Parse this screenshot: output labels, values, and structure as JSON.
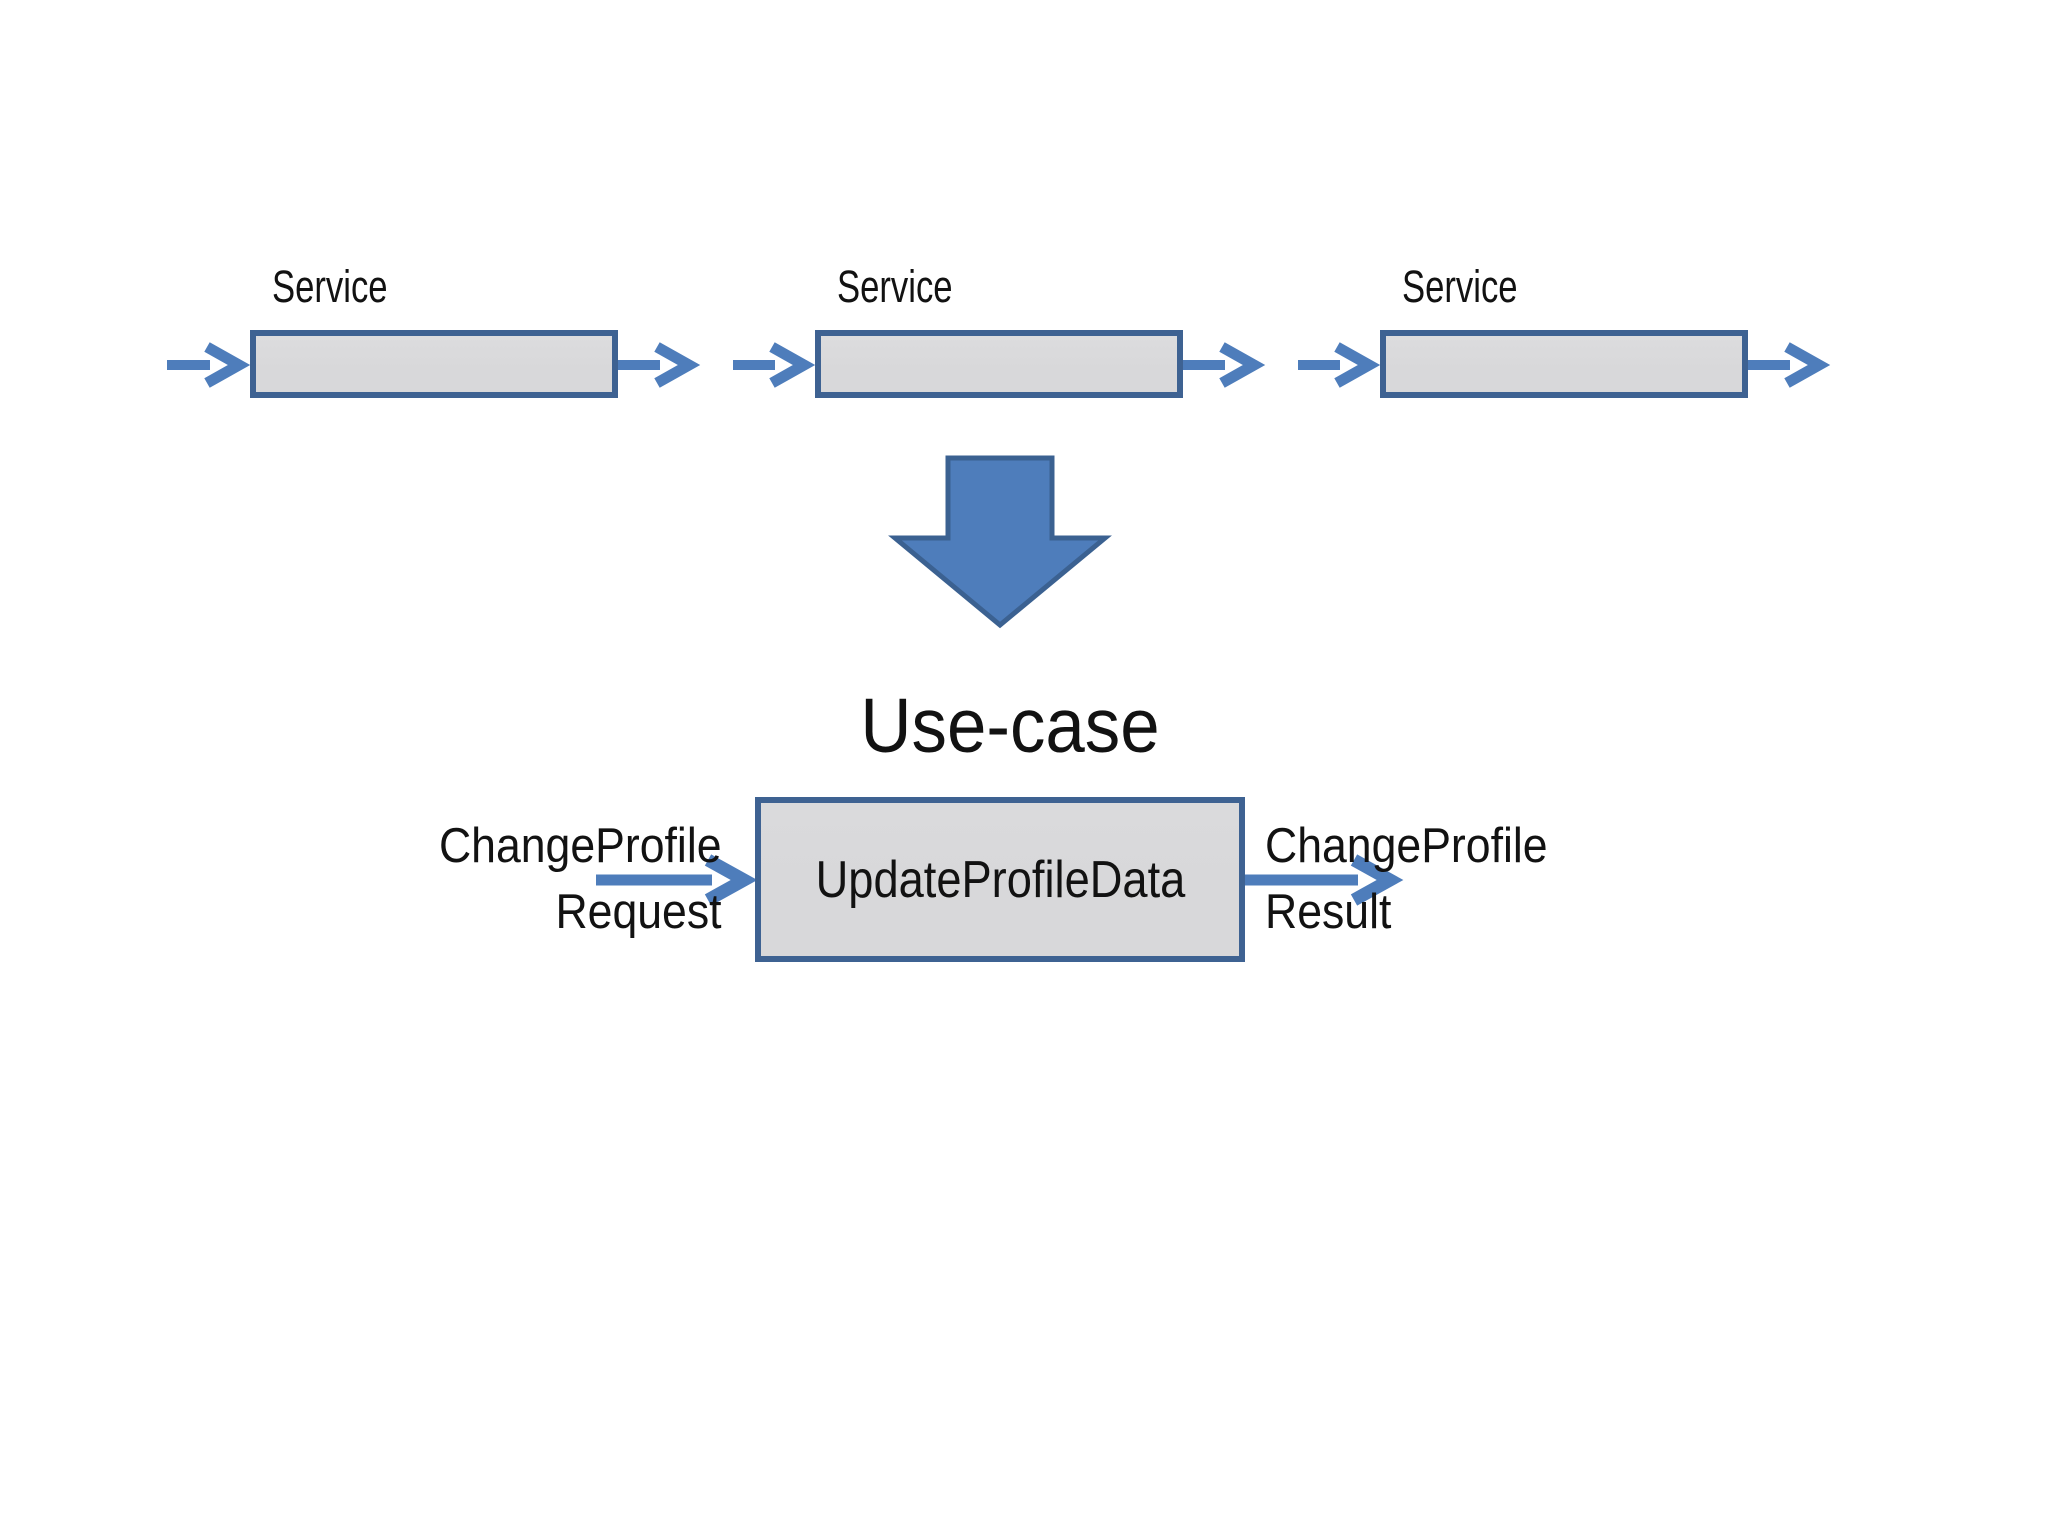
{
  "slide": {
    "title": "Use-case",
    "services": [
      "Service",
      "Service",
      "Service"
    ],
    "use_case_box": "UpdateProfileData",
    "input_label": [
      "ChangeProfile",
      "Request"
    ],
    "output_label": [
      "ChangeProfile",
      "Result"
    ]
  },
  "colors": {
    "arrow_blue": "#4E7DBB",
    "arrow_outline": "#3B6191",
    "box_border": "#3E6292",
    "box_fill": "#D8D8DA",
    "text_color": "#121212"
  }
}
